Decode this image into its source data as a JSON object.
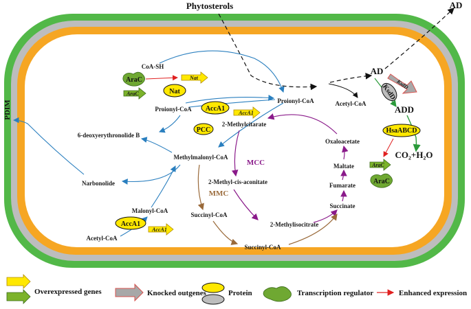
{
  "colors": {
    "membrane_green": "#52b848",
    "membrane_gray": "#bdbdbd",
    "membrane_orange": "#f6a623",
    "gene_yellow": "#ffe800",
    "gene_green": "#7cb32b",
    "knocked_gray": "#a8a8a8",
    "knocked_border": "#d9534f",
    "protein_yellow": "#ffe800",
    "protein_gray": "#bdbdbd",
    "regulator_green": "#6fa832",
    "arrow_blue": "#2a7fbf",
    "arrow_purple": "#8a1a8a",
    "arrow_brown": "#9a6a3a",
    "arrow_red": "#e02020",
    "arrow_green": "#2a9a3a"
  },
  "labels": {
    "phytosterols": "Phytosterols",
    "ad_top": "AD",
    "ad": "AD",
    "add": "ADD",
    "co2_h2o": "CO₂+H₂O",
    "pdim": "PDIM",
    "coa_sh": "CoA-SH",
    "proionyl_coa_left": "Proionyl-CoA",
    "proionyl_coa_right": "Proionyl-CoA",
    "acetyl_coa_top": "Acetyl-CoA",
    "deoxyerythronolide": "6-deoxyerythronolide B",
    "methylmalonyl": "Methylmalonyl-CoA",
    "narbonolide": "Narbonolide",
    "malonyl": "Malonyl-CoA",
    "acetyl_coa_bottom": "Acetyl-CoA",
    "methylcitarate": "2-Methylcitarate",
    "methyl_cis_aconitate": "2-Methyl-cis-aconitate",
    "methylisocitrate": "2-Methylisocitrate",
    "succinyl_left": "Succinyl-CoA",
    "succinyl_bottom": "Succinyl-CoA",
    "succinate": "Succinate",
    "fumarate": "Fumarate",
    "maltate": "Maltate",
    "oxaloacetate": "Oxaloacetate",
    "mcc": "MCC",
    "mmc": "MMC"
  },
  "genes": {
    "nat": "Nat",
    "arac_gene_left": "AraC",
    "acca1_upper": "AccA1",
    "acca1_lower": "AccA1",
    "ksdd": "KsdD",
    "arac_gene_right": "AraC"
  },
  "proteins": {
    "nat": "Nat",
    "acca1_upper": "AccA1",
    "pcc": "PCC",
    "acca1_lower": "AccA1",
    "ksdd": "KsdD",
    "hsaabcd": "HsaABCD"
  },
  "regulators": {
    "arac_left": "AraC",
    "arac_right": "AraC"
  },
  "legend": {
    "overexpressed": "Overexpressed genes",
    "knocked": "Knocked outgenes",
    "protein": "Protein",
    "regulator": "Transcription regulator",
    "enhanced": "Enhanced expression"
  }
}
